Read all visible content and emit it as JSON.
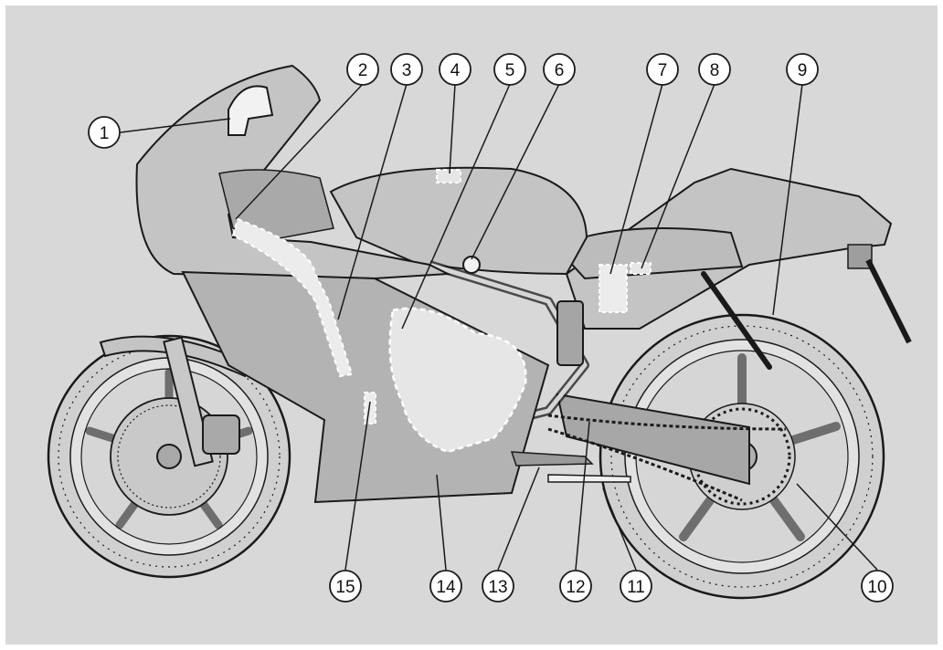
{
  "colors": {
    "background": "#d8d8d8",
    "bodywork": "#c4c4c4",
    "fairing_lower": "#b3b3b3",
    "cutaway": "#e6e6e6",
    "line": "#1a1a1a"
  },
  "callouts": [
    {
      "id": 1,
      "label": "1"
    },
    {
      "id": 2,
      "label": "2"
    },
    {
      "id": 3,
      "label": "3"
    },
    {
      "id": 4,
      "label": "4"
    },
    {
      "id": 5,
      "label": "5"
    },
    {
      "id": 6,
      "label": "6"
    },
    {
      "id": 7,
      "label": "7"
    },
    {
      "id": 8,
      "label": "8"
    },
    {
      "id": 9,
      "label": "9"
    },
    {
      "id": 10,
      "label": "10"
    },
    {
      "id": 11,
      "label": "11"
    },
    {
      "id": 12,
      "label": "12"
    },
    {
      "id": 13,
      "label": "13"
    },
    {
      "id": 14,
      "label": "14"
    },
    {
      "id": 15,
      "label": "15"
    }
  ]
}
